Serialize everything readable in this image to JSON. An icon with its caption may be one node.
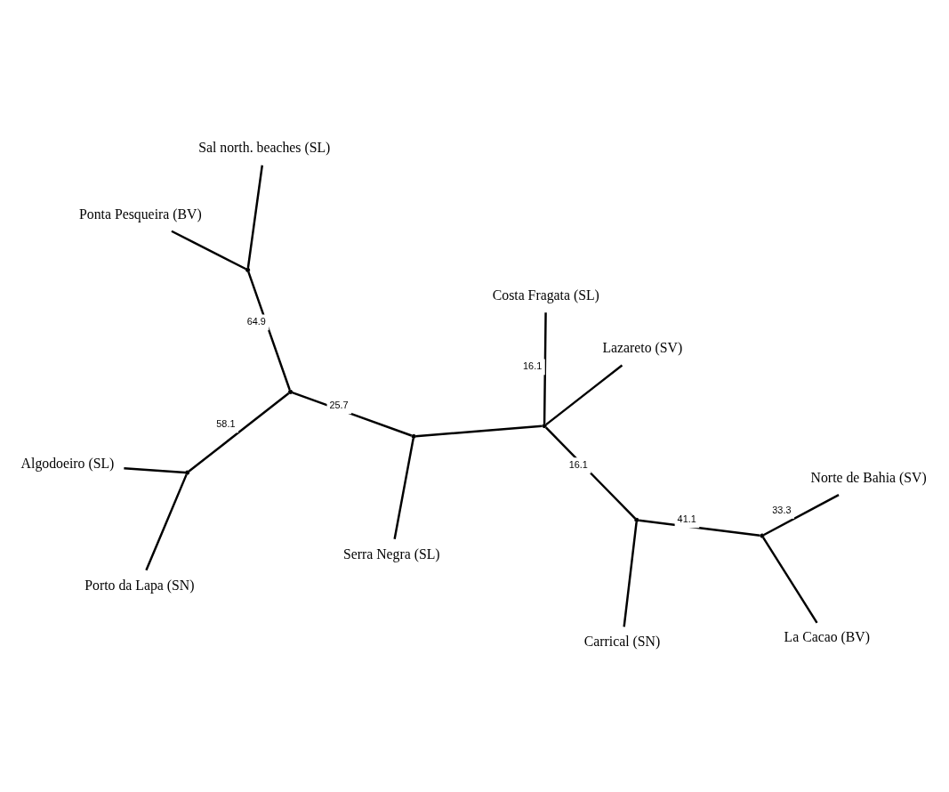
{
  "diagram": {
    "nodes": [
      {
        "text": [
          "Ponta Pesqueira (BV)"
        ]
      },
      {
        "text": [
          "Lazareto (SV)"
        ]
      },
      {
        "text": [
          "Serra Negra (SL)"
        ]
      },
      {
        "text": [
          "Sal north. beaches (SL)"
        ]
      },
      {
        "text": [
          "Costa Fragata (SL)"
        ]
      },
      {
        "text": [
          "Norte de Bahia (SV)"
        ]
      },
      {
        "text": [
          "Algodoeiro (SL)"
        ]
      },
      {
        "text": [
          "La Cacao (BV)"
        ]
      },
      {
        "text": [
          "Carrical (SN)"
        ]
      },
      {
        "text": [
          "Porto da Lapa (SN)"
        ]
      },
      {
        "text": [],
        "shape": "point"
      },
      {
        "text": [],
        "shape": "point"
      },
      {
        "text": [],
        "shape": "point"
      },
      {
        "text": [],
        "shape": "point"
      },
      {
        "text": [],
        "shape": "point"
      },
      {
        "text": [],
        "shape": "point"
      },
      {
        "text": [],
        "shape": "point"
      }
    ],
    "edges": [
      {
        "from": 10,
        "to": 0,
        "arrow": "none"
      },
      {
        "from": 10,
        "to": 3,
        "arrow": "none"
      },
      {
        "from": 12,
        "to": 10,
        "arrow": "none",
        "label": "64.9"
      },
      {
        "from": 12,
        "to": 14,
        "arrow": "none",
        "label": "58.1"
      },
      {
        "from": 14,
        "to": 6,
        "arrow": "none"
      },
      {
        "from": 14,
        "to": 9,
        "arrow": "none"
      },
      {
        "from": 11,
        "to": 12,
        "arrow": "none",
        "label": "25.7"
      },
      {
        "from": 11,
        "to": 2,
        "arrow": "none"
      },
      {
        "from": 13,
        "to": 11,
        "arrow": "none"
      },
      {
        "from": 13,
        "to": 4,
        "arrow": "none",
        "label": "16.1"
      },
      {
        "from": 13,
        "to": 1,
        "arrow": "none"
      },
      {
        "from": 13,
        "to": 15,
        "arrow": "none",
        "label": "16.1"
      },
      {
        "from": 15,
        "to": 8,
        "arrow": "none"
      },
      {
        "from": 15,
        "to": 16,
        "arrow": "none",
        "label": "41.1"
      },
      {
        "from": 16,
        "to": 5,
        "arrow": "none",
        "label": "33.3"
      },
      {
        "from": 16,
        "to": 7,
        "arrow": "none"
      }
    ]
  }
}
